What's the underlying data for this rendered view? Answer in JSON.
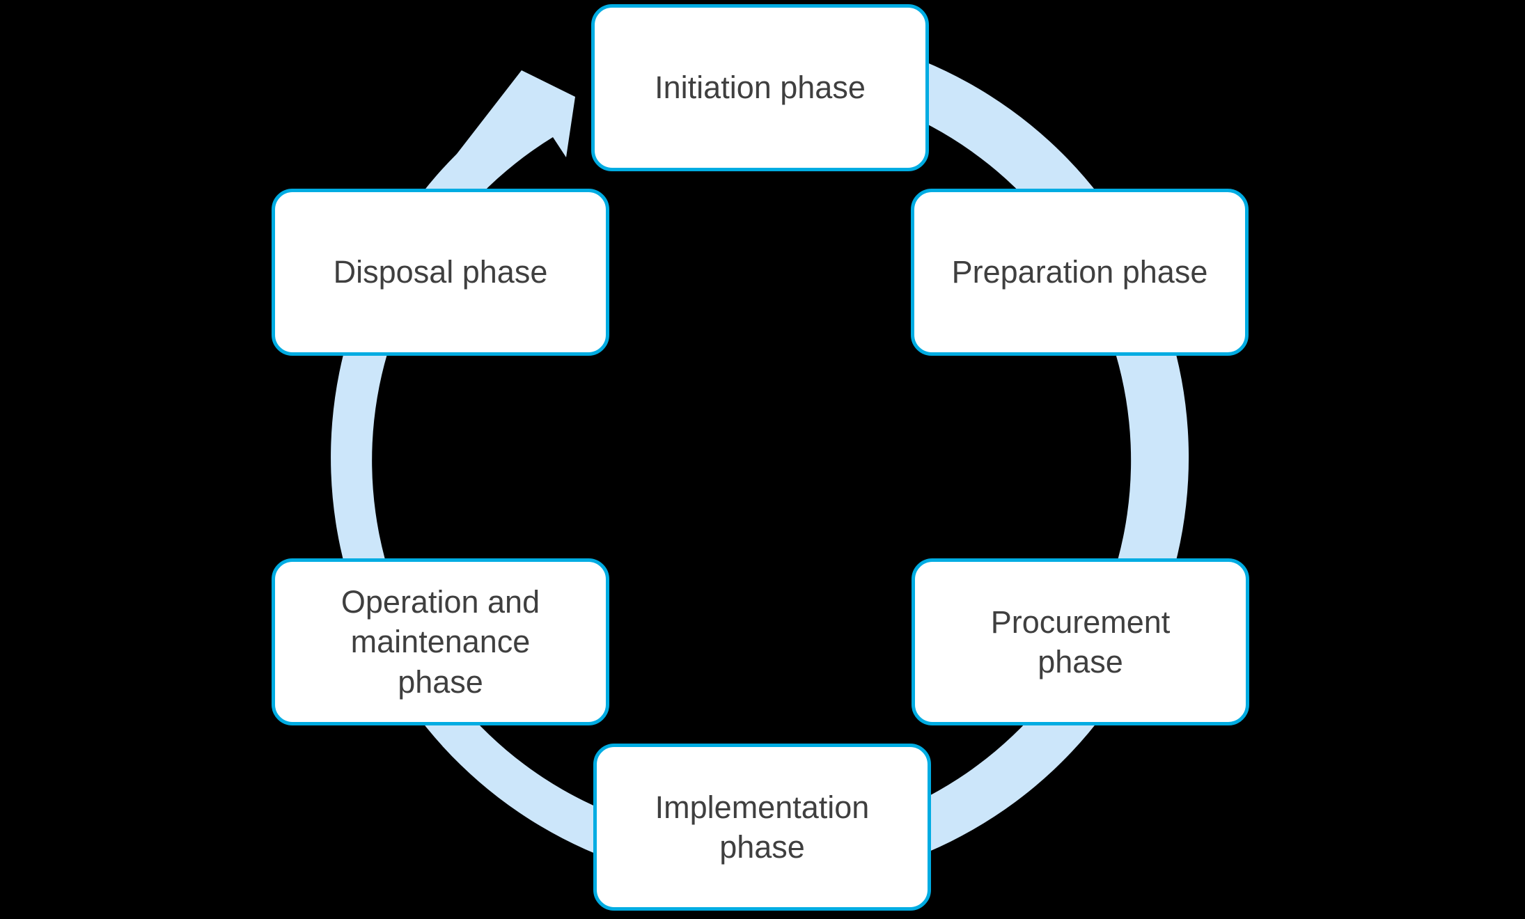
{
  "diagram": {
    "type": "cycle-diagram",
    "background_color": "#000000",
    "cycle_arrow": {
      "direction": "clockwise",
      "fill_color": "#cce6fa"
    },
    "box_style": {
      "fill_color": "#ffffff",
      "border_color": "#00ace2",
      "text_color": "#3f3f3f"
    },
    "phases": [
      {
        "id": "initiation",
        "label": "Initiation phase"
      },
      {
        "id": "preparation",
        "label": "Preparation phase"
      },
      {
        "id": "procurement",
        "label": "Procurement\nphase"
      },
      {
        "id": "implementation",
        "label": "Implementation\nphase"
      },
      {
        "id": "operation-maintenance",
        "label": "Operation and\nmaintenance\nphase"
      },
      {
        "id": "disposal",
        "label": "Disposal phase"
      }
    ]
  }
}
